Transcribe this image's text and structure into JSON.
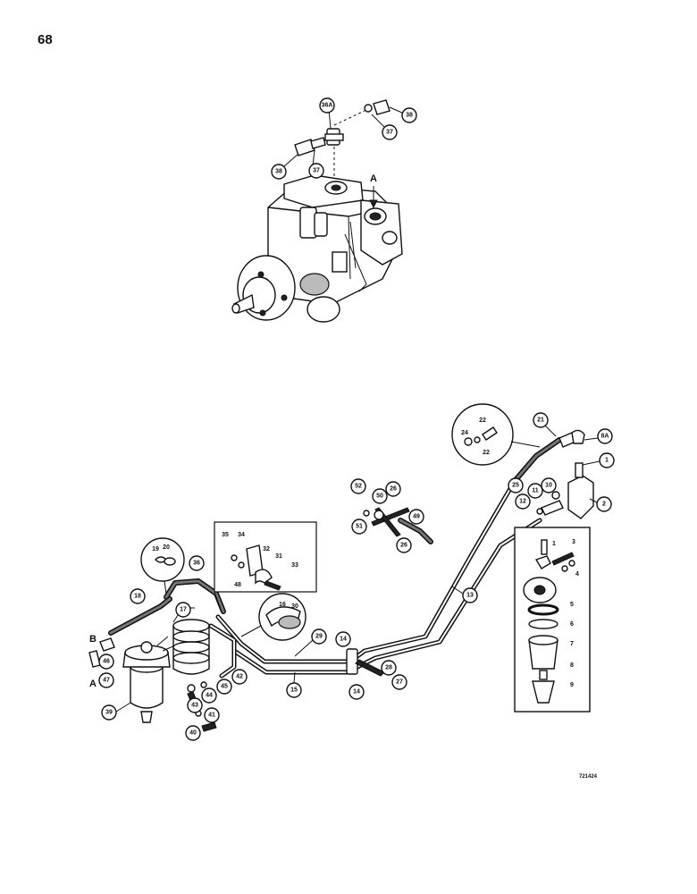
{
  "page": {
    "number": "68",
    "drawing_number": "721424"
  },
  "letters": {
    "A_top": "A",
    "A_left": "A",
    "B_left": "B"
  },
  "callouts": {
    "c36a": "36A",
    "c38_tr": "38",
    "c37_tr": "37",
    "c38_tl": "38",
    "c37_tl": "37",
    "c21": "21",
    "c8a": "8A",
    "c1_top": "1",
    "c2": "2",
    "c10": "10",
    "c11": "11",
    "c12": "12",
    "c25": "25",
    "c13": "13",
    "c52": "52",
    "c50": "50",
    "c26a": "26",
    "c51": "51",
    "c49": "49",
    "c26b": "26",
    "c14a": "14",
    "c14b": "14",
    "c29": "29",
    "c28": "28",
    "c27": "27",
    "c15": "15",
    "c18": "18",
    "c17": "17",
    "c36": "36",
    "c46": "46",
    "c47": "47",
    "c39": "39",
    "c43": "43",
    "c44": "44",
    "c45": "45",
    "c42": "42",
    "c41": "41",
    "c40": "40"
  },
  "bubble_labels": {
    "b22a": "22",
    "b24": "24",
    "b22b": "22",
    "b19": "19",
    "b20": "20",
    "b16": "16",
    "b30": "30"
  },
  "box_labels": {
    "k35": "35",
    "k34": "34",
    "k32": "32",
    "k31": "31",
    "k33": "33",
    "k48": "48"
  },
  "exploded_labels": {
    "e1": "1",
    "e3": "3",
    "e4": "4",
    "e5": "5",
    "e6": "6",
    "e7": "7",
    "e8": "8",
    "e9": "9"
  }
}
